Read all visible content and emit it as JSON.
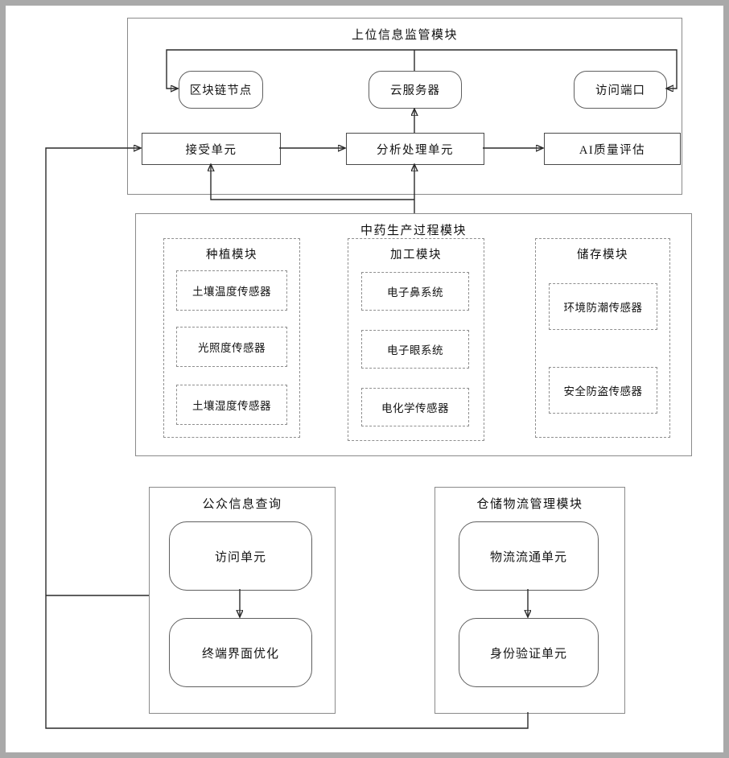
{
  "supervision": {
    "title": "上位信息监管模块",
    "blockchain_node": "区块链节点",
    "cloud_server": "云服务器",
    "access_port": "访问端口",
    "receive_unit": "接受单元",
    "analysis_unit": "分析处理单元",
    "ai_quality_unit": "AI质量评估"
  },
  "production": {
    "title": "中药生产过程模块",
    "planting": {
      "title": "种植模块",
      "sensors": [
        "土壤温度传感器",
        "光照度传感器",
        "土壤湿度传感器"
      ]
    },
    "processing": {
      "title": "加工模块",
      "sensors": [
        "电子鼻系统",
        "电子眼系统",
        "电化学传感器"
      ]
    },
    "storage": {
      "title": "储存模块",
      "sensors": [
        "环境防潮传感器",
        "安全防盗传感器"
      ]
    }
  },
  "public_query": {
    "title": "公众信息查询",
    "access_unit": "访问单元",
    "terminal_unit": "终端界面优化"
  },
  "logistics": {
    "title": "仓储物流管理模块",
    "flow_unit": "物流流通单元",
    "identity_unit": "身份验证单元"
  }
}
